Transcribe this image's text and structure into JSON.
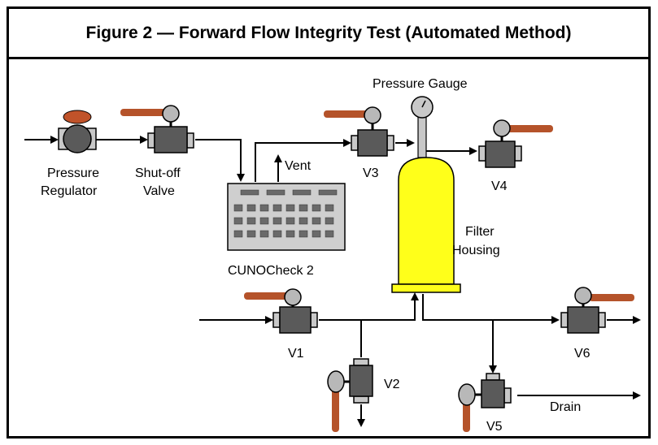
{
  "title": "Figure 2 — Forward Flow Integrity Test (Automated Method)",
  "labels": {
    "pressure_gauge": "Pressure Gauge",
    "pressure_regulator_line1": "Pressure",
    "pressure_regulator_line2": "Regulator",
    "shutoff_line1": "Shut-off",
    "shutoff_line2": "Valve",
    "vent": "Vent",
    "v1": "V1",
    "v2": "V2",
    "v3": "V3",
    "v4": "V4",
    "v5": "V5",
    "v6": "V6",
    "cunocheck": "CUNOCheck 2",
    "filter_line1": "Filter",
    "filter_line2": "Housing",
    "drain": "Drain"
  },
  "colors": {
    "valve_body": "#5a5a5a",
    "valve_port": "#c8c8c8",
    "handle": "#b5532a",
    "knob": "#b8b8b8",
    "filter": "#ffff1a",
    "regulator_cap": "#c0532a",
    "panel": "#cfcfcf",
    "key": "#6a6a6a"
  }
}
